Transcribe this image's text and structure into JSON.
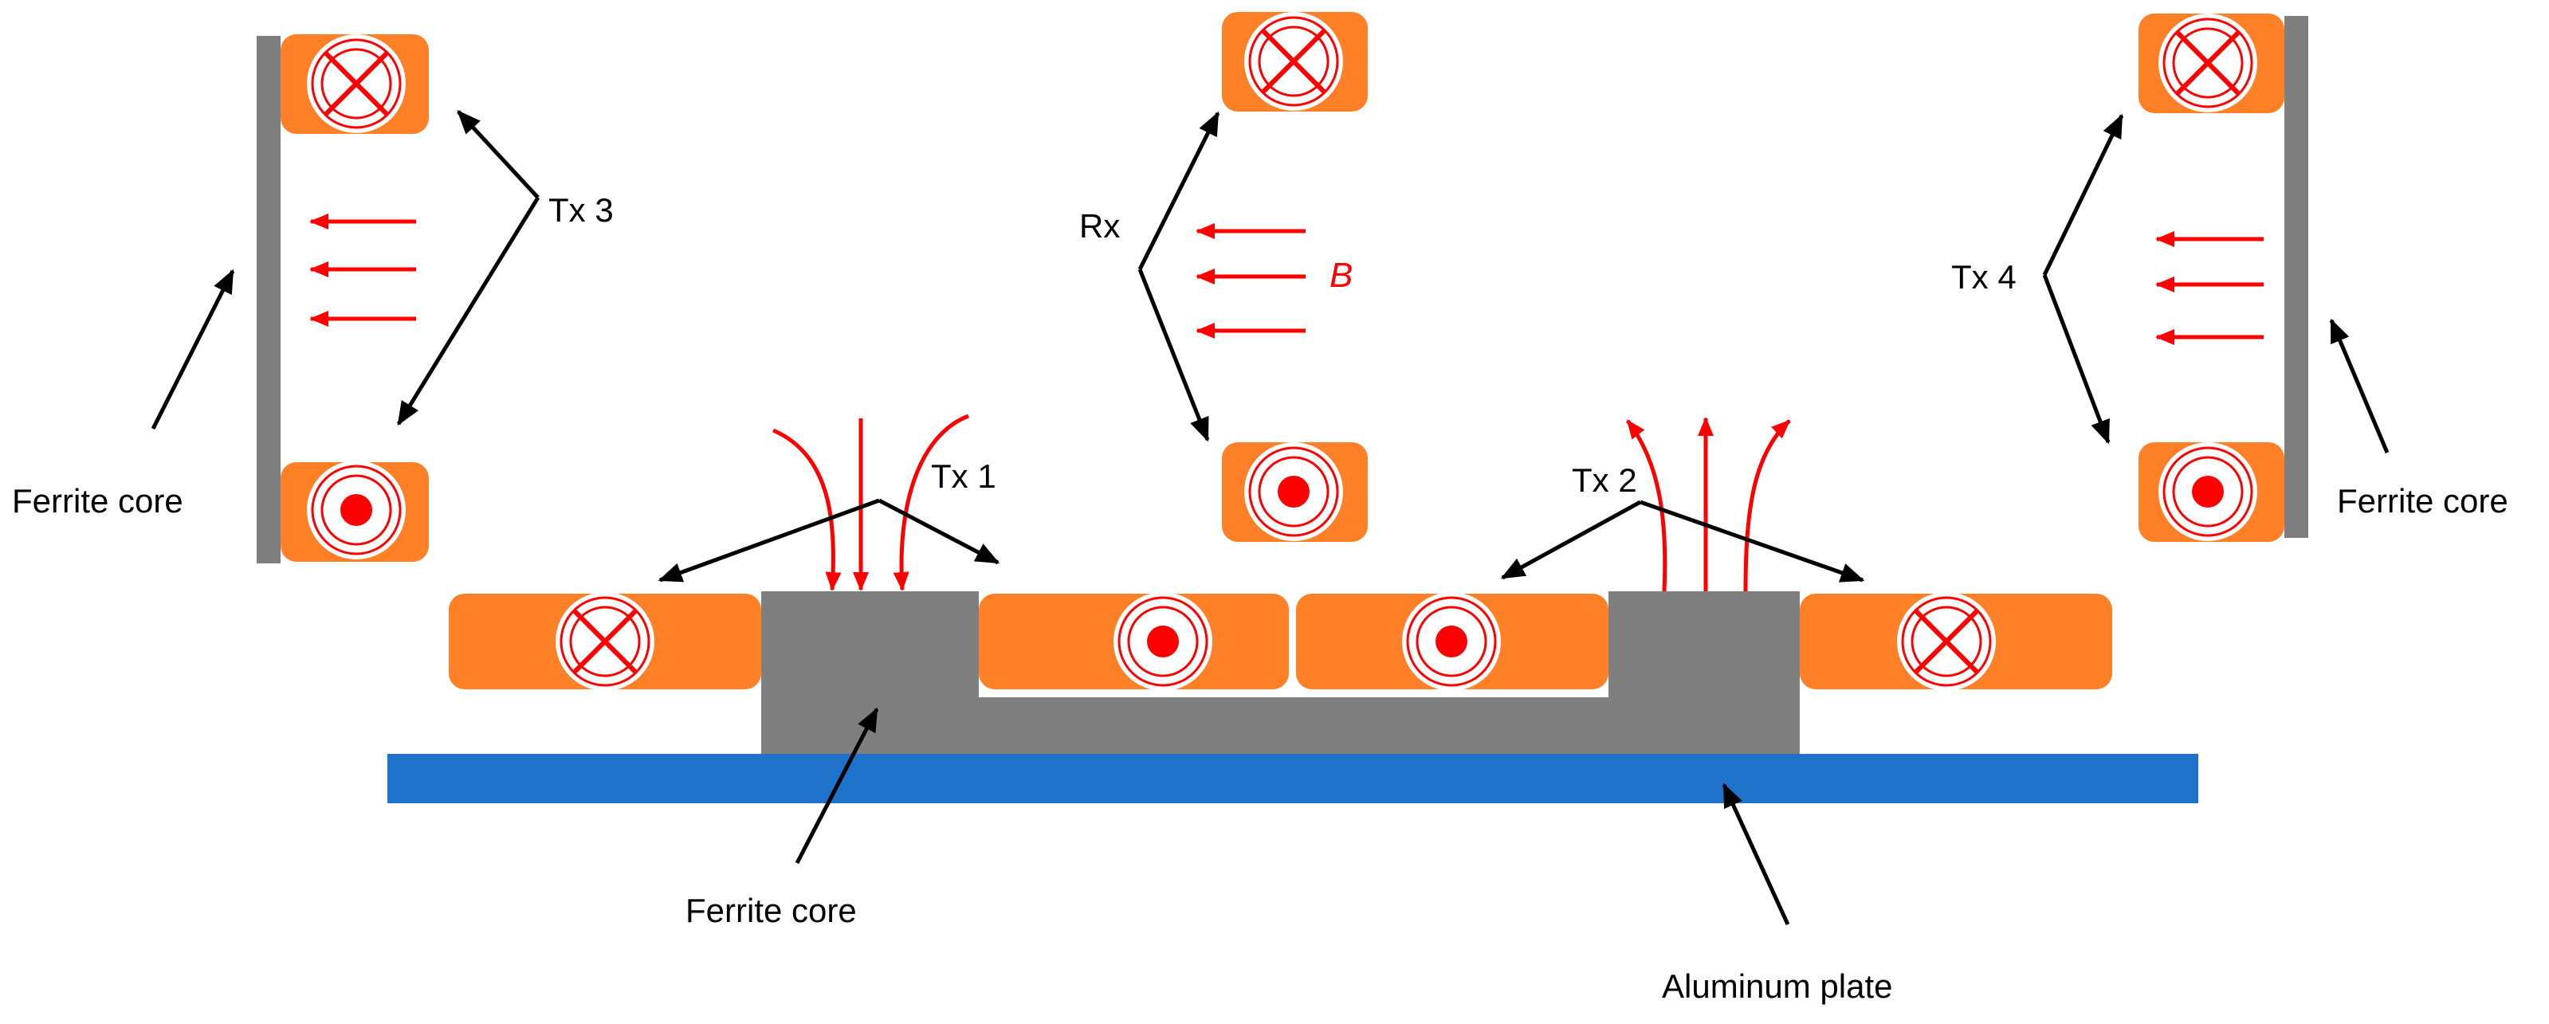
{
  "labels": {
    "tx1": "Tx 1",
    "tx2": "Tx 2",
    "tx3": "Tx 3",
    "tx4": "Tx 4",
    "rx": "Rx",
    "field": "B",
    "ferrite_left": "Ferrite core",
    "ferrite_right": "Ferrite core",
    "ferrite_bottom": "Ferrite core",
    "aluminum": "Aluminum plate"
  },
  "coil_markers": {
    "into_page": "cross",
    "out_of_page": "dot"
  },
  "colors": {
    "coil": "#ff8027",
    "ferrite": "#7f7f7f",
    "aluminum": "#1f72c9",
    "field": "#ff0000",
    "pointer": "#000000"
  }
}
